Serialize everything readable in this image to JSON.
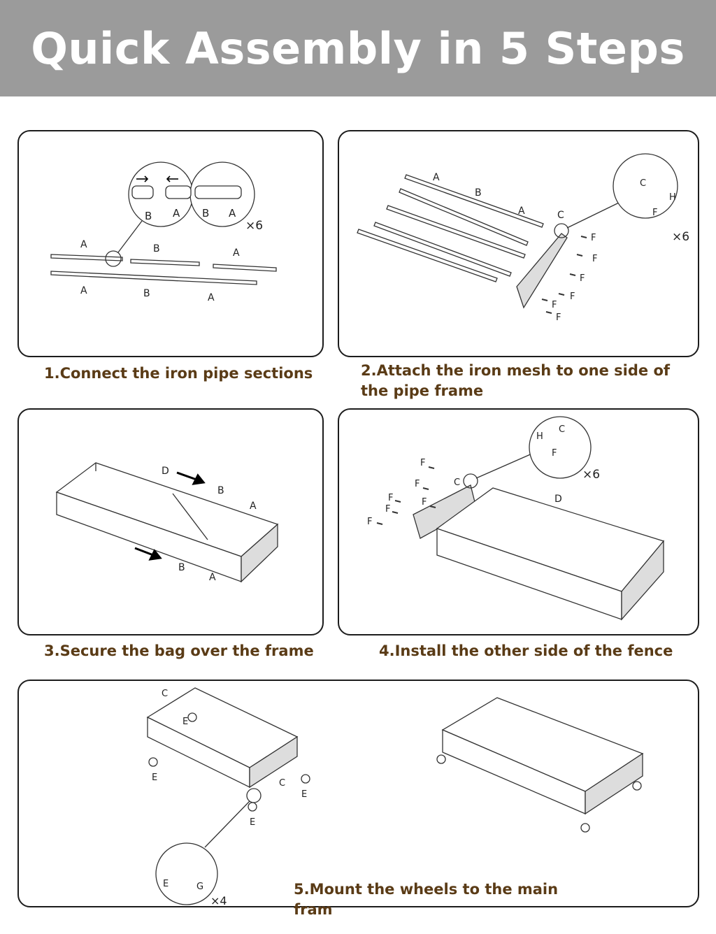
{
  "header": {
    "title": "Quick Assembly in 5 Steps"
  },
  "steps": [
    {
      "caption": "1.Connect the iron pipe sections",
      "labels": {
        "a": "A",
        "b": "B",
        "times": "×6"
      }
    },
    {
      "caption": "2.Attach the iron mesh to one side of the pipe frame",
      "labels": {
        "a": "A",
        "b": "B",
        "c": "C",
        "f": "F",
        "h": "H",
        "times": "×6"
      }
    },
    {
      "caption": "3.Secure the bag over the frame",
      "labels": {
        "a": "A",
        "b": "B",
        "d": "D"
      }
    },
    {
      "caption": "4.Install the other side of the fence",
      "labels": {
        "c": "C",
        "d": "D",
        "f": "F",
        "h": "H",
        "times": "×6"
      }
    },
    {
      "caption": "5.Mount the wheels to the main fram",
      "labels": {
        "c": "C",
        "e": "E",
        "g": "G",
        "times": "×4"
      }
    }
  ],
  "colors": {
    "header_bg": "#9b9b9b",
    "caption_text": "#5a3b16",
    "line": "#1c1c1c"
  }
}
